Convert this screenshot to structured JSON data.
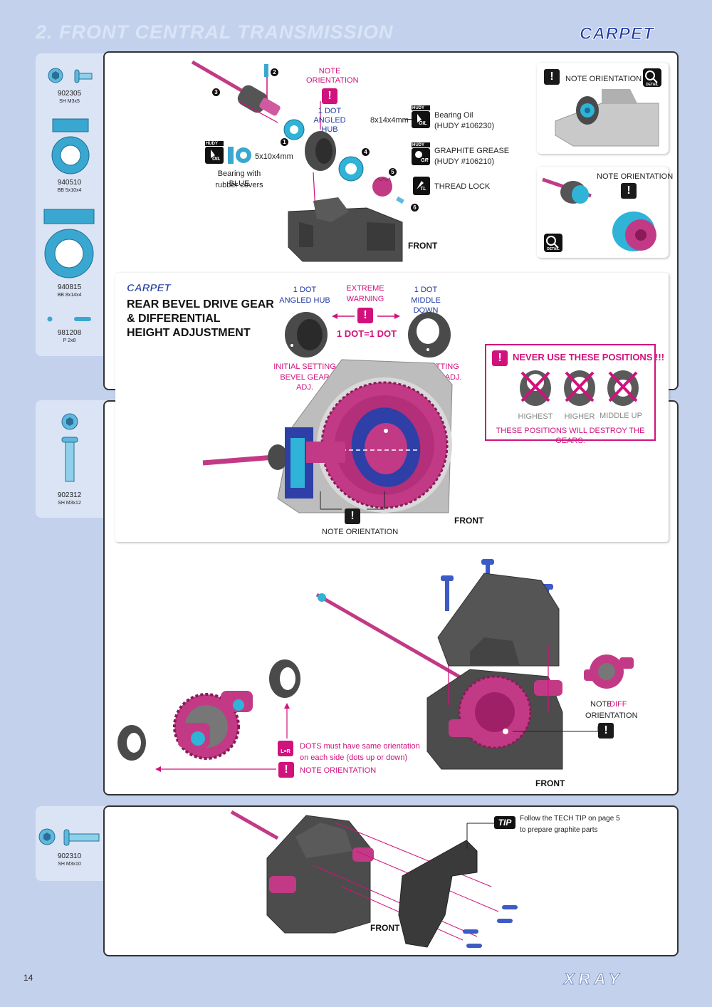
{
  "header": {
    "title": "2. FRONT CENTRAL TRANSMISSION",
    "logo": "CARPET"
  },
  "parts_tab1": [
    {
      "code": "902305",
      "desc": "SH M3x5"
    },
    {
      "code": "940510",
      "desc": "BB 5x10x4"
    },
    {
      "code": "940815",
      "desc": "BB 8x14x4"
    },
    {
      "code": "981208",
      "desc": "P 2x8"
    }
  ],
  "parts_tab2": [
    {
      "code": "902312",
      "desc": "SH M3x12"
    }
  ],
  "parts_tab3": [
    {
      "code": "902310",
      "desc": "SH M3x10"
    }
  ],
  "step1": {
    "note_orientation_top": "NOTE ORIENTATION",
    "one_dot_angled_hub": "1 DOT ANGLED HUB",
    "bearing_8x14x4": "8x14x4mm",
    "bearing_oil": "Bearing Oil",
    "bearing_oil_ref": "(HUDY #106230)",
    "graphite_grease": "GRAPHITE GREASE",
    "graphite_grease_ref": "(HUDY #106210)",
    "thread_lock": "THREAD LOCK",
    "bearing_5x10x4": "5x10x4mm",
    "bearing_blue_1": "Bearing with BLUE",
    "bearing_blue_2": "rubber covers",
    "hudy": "HUDY",
    "oil": "OIL",
    "gr": "GR",
    "tl": "TL",
    "front": "FRONT",
    "callout1": "NOTE ORIENTATION",
    "callout2": "NOTE ORIENTATION",
    "detail": "DETAIL",
    "nums": [
      "1",
      "2",
      "3",
      "4",
      "5",
      "6"
    ]
  },
  "carpet_box": {
    "logo": "CARPET",
    "heading1": "REAR BEVEL DRIVE GEAR",
    "heading2": "& DIFFERENTIAL",
    "heading3": "HEIGHT ADJUSTMENT",
    "left_hub_1": "1 DOT",
    "left_hub_2": "ANGLED HUB",
    "warn_1": "EXTREME",
    "warn_2": "WARNING",
    "equation": "1 DOT=1 DOT",
    "right_hub_1": "1 DOT",
    "right_hub_2": "MIDDLE DOWN",
    "initial_bevel_1": "INITIAL SETTING",
    "initial_bevel_2": "BEVEL GEAR ADJ.",
    "initial_diff_1": "INITIAL SETTING",
    "initial_diff_2": "DIFF HEIGHT ADJ.",
    "never": "NEVER USE THESE POSITIONS !!!",
    "positions": [
      "HIGHEST",
      "HIGHER",
      "MIDDLE UP"
    ],
    "destroy": "THESE POSITIONS WILL DESTROY THE GEARS.",
    "note_orientation": "NOTE ORIENTATION",
    "front": "FRONT"
  },
  "step2": {
    "dots_1": "DOTS must have same orientation",
    "dots_2": "on each side (dots up or down)",
    "lr": "L=R",
    "note_orientation": "NOTE ORIENTATION",
    "note": "NOTE",
    "diff": "DIFF",
    "orientation": "ORIENTATION",
    "front": "FRONT"
  },
  "step3": {
    "tip": "TIP",
    "tip_1": "Follow the TECH TIP on page 5",
    "tip_2": "to prepare graphite parts",
    "front": "FRONT"
  },
  "footer": {
    "page": "14",
    "brand": "XRAY"
  },
  "colors": {
    "pink": "#d1127c",
    "blue": "#1f3aa0",
    "cyan": "#2fb3d6",
    "gray": "#4a4a4a",
    "bg": "#c3d1ed"
  }
}
